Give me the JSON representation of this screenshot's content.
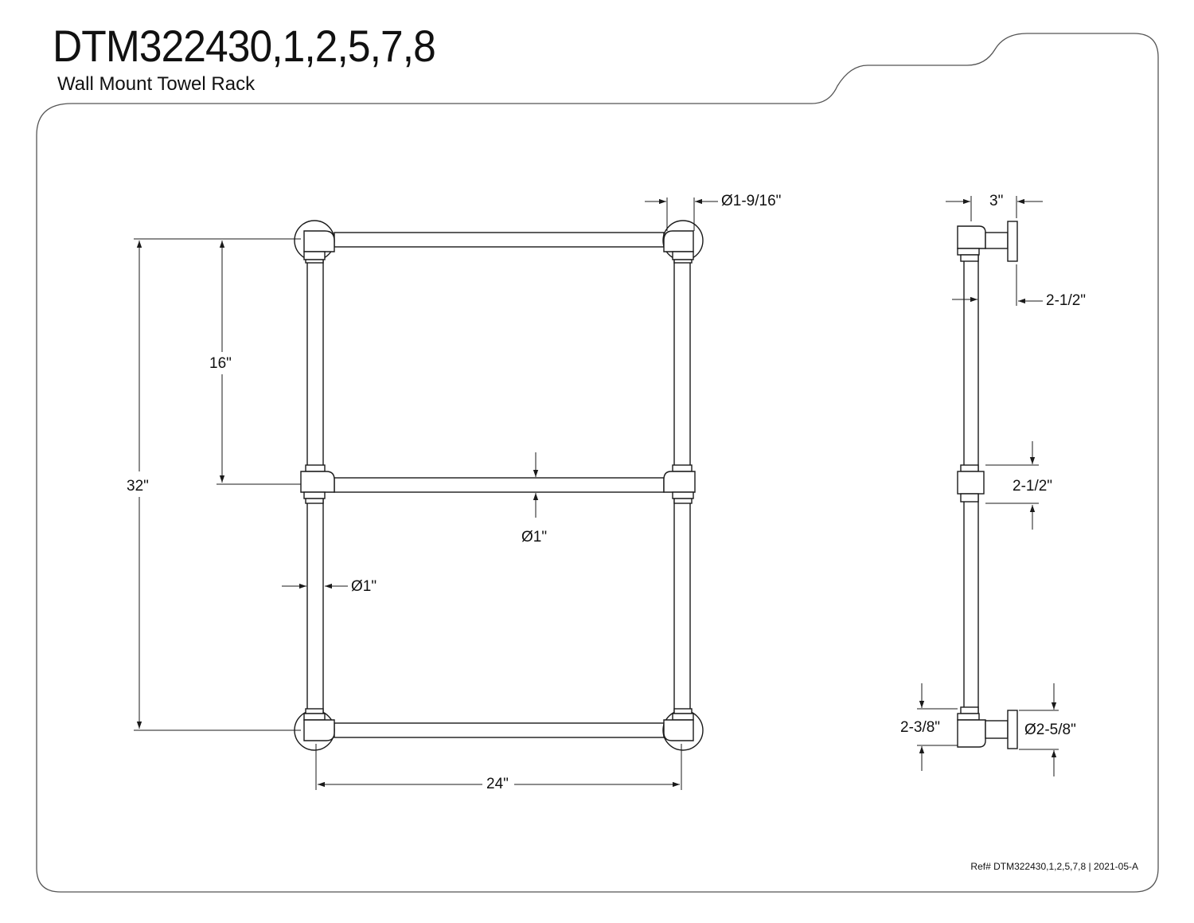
{
  "header": {
    "title": "DTM322430,1,2,5,7,8",
    "subtitle": "Wall Mount Towel Rack"
  },
  "dimensions": {
    "post_diameter_top": "Ø1-9/16\"",
    "side_depth": "3\"",
    "side_flange_offset": "2-1/2\"",
    "height_16": "16\"",
    "height_32": "32\"",
    "mid_bar_diameter": "Ø1\"",
    "post_diameter_left": "Ø1\"",
    "mid_fitting_height": "2-1/2\"",
    "bottom_fitting_height": "2-3/8\"",
    "flange_diameter": "Ø2-5/8\"",
    "width_24": "24\""
  },
  "footer": {
    "reference": "Ref# DTM322430,1,2,5,7,8 | 2021-05-A"
  },
  "colors": {
    "line": "#1a1a1a",
    "background": "#ffffff"
  }
}
